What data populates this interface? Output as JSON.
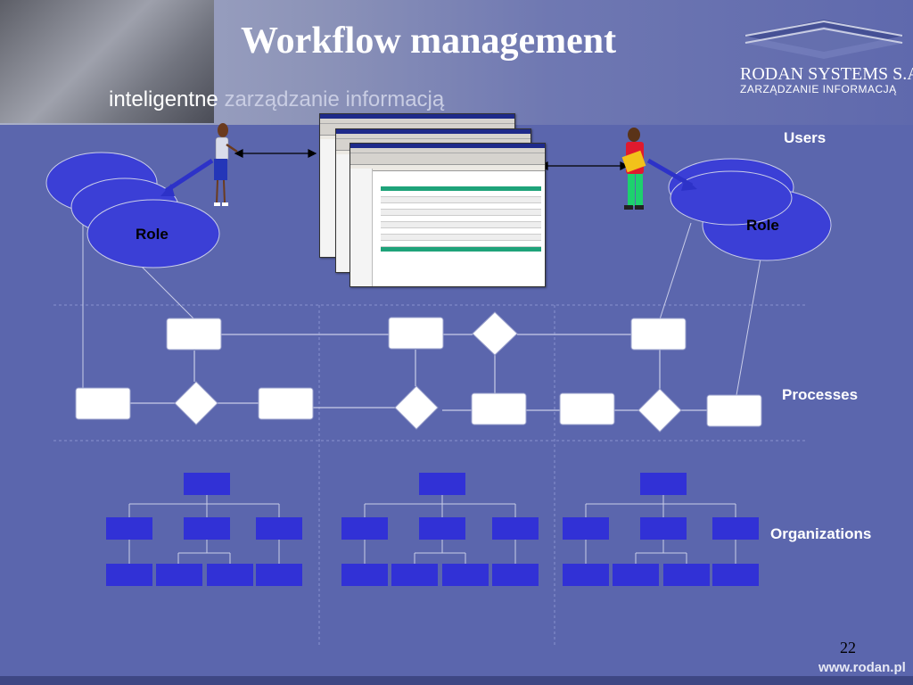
{
  "header": {
    "title": "Workflow management",
    "tagline_part1": "inteligentne",
    "tagline_part2": "zarządzanie informacją",
    "company_name": "RODAN SYSTEMS S.A.",
    "company_subtitle": "ZARZĄDZANIE INFORMACJĄ"
  },
  "labels": {
    "users": "Users",
    "role_left": "Role",
    "role_right": "Role",
    "processes": "Processes",
    "organizations": "Organizations"
  },
  "footer": {
    "page_number": "22",
    "url": "www.rodan.pl"
  },
  "colors": {
    "background": "#5b66ad",
    "role_cloud": "#3b3fd6",
    "org_box": "#3131d6",
    "process_box": "#ffffff"
  }
}
